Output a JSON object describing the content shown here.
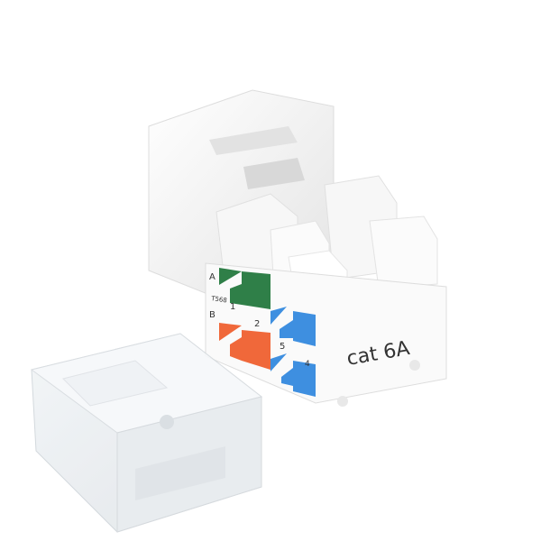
{
  "label": {
    "product": "cat 6A",
    "row_a": "A",
    "row_b": "B",
    "standard": "T568",
    "pins": [
      "1",
      "2",
      "5",
      "4"
    ]
  },
  "colors": {
    "green": "#2f7f48",
    "orange": "#f0683a",
    "blue": "#3e8fe0",
    "body": "#f4f4f4"
  }
}
